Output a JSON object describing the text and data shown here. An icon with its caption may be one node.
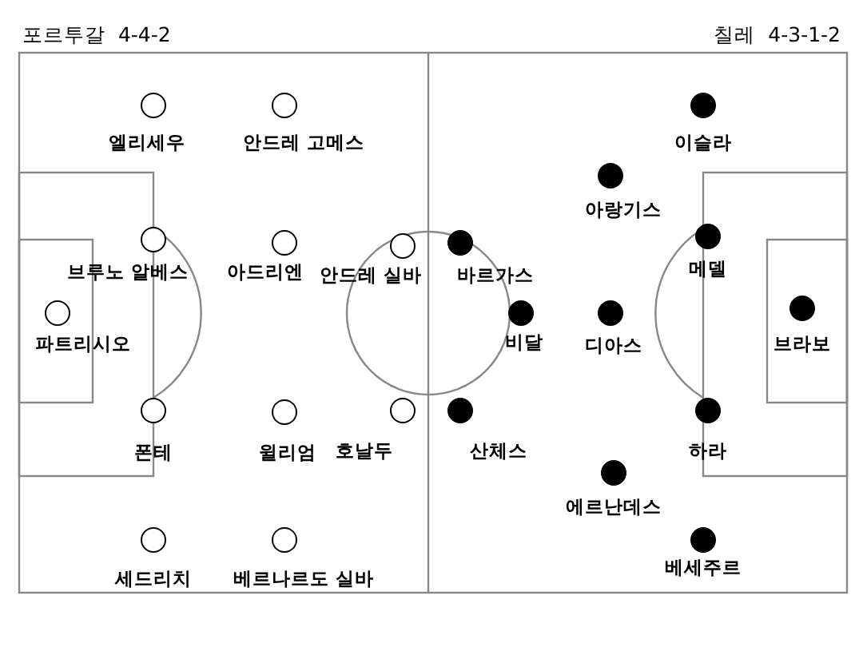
{
  "diagram": {
    "nodes": [
      {
        "text": [
          "엘리세우"
        ]
      },
      {
        "text": [
          "안드레 고메스"
        ]
      },
      {
        "text": [
          "브루노 알베스"
        ]
      },
      {
        "text": [
          "아드리엔"
        ]
      },
      {
        "text": [
          "파트리시오"
        ]
      },
      {
        "text": [
          "폰테"
        ]
      },
      {
        "text": [
          "윌리엄"
        ]
      },
      {
        "text": [
          "세드리치"
        ]
      },
      {
        "text": [
          "베르나르도 실바"
        ]
      },
      {
        "text": [
          "안드레 실바"
        ]
      },
      {
        "text": [
          "호날두"
        ]
      },
      {
        "text": [
          "바르가스"
        ]
      },
      {
        "text": [
          "비달"
        ]
      },
      {
        "text": [
          "산체스"
        ]
      },
      {
        "text": [
          "이슬라"
        ]
      },
      {
        "text": [
          "아랑기스"
        ]
      },
      {
        "text": [
          "메델"
        ]
      },
      {
        "text": [
          "디아스"
        ]
      },
      {
        "text": [
          "브라보"
        ]
      },
      {
        "text": [
          "하라"
        ]
      },
      {
        "text": [
          "에르난데스"
        ]
      },
      {
        "text": [
          "베세주르"
        ]
      }
    ],
    "labels": [
      "포르투갈  4-4-2",
      "칠레  4-3-1-2"
    ]
  }
}
